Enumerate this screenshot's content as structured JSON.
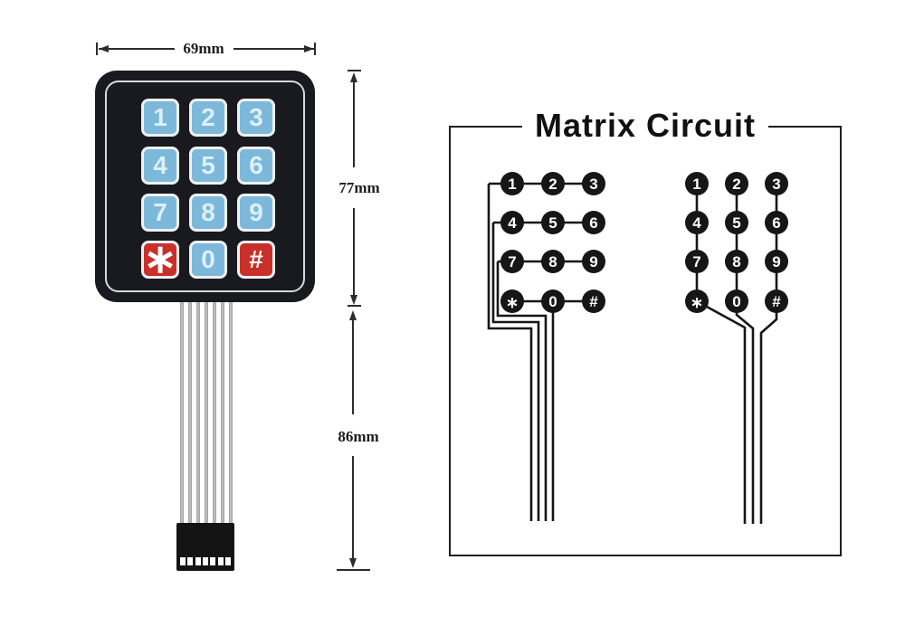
{
  "keypad": {
    "width_label": "69mm",
    "height_label": "77mm",
    "cable_label": "86mm",
    "keys": [
      {
        "label": "1",
        "color": "blue"
      },
      {
        "label": "2",
        "color": "blue"
      },
      {
        "label": "3",
        "color": "blue"
      },
      {
        "label": "4",
        "color": "blue"
      },
      {
        "label": "5",
        "color": "blue"
      },
      {
        "label": "6",
        "color": "blue"
      },
      {
        "label": "7",
        "color": "blue"
      },
      {
        "label": "8",
        "color": "blue"
      },
      {
        "label": "9",
        "color": "blue"
      },
      {
        "label": "*",
        "color": "red"
      },
      {
        "label": "0",
        "color": "blue"
      },
      {
        "label": "#",
        "color": "red"
      }
    ],
    "connector_pins": 7,
    "colors": {
      "body": "#191a1f",
      "key_blue": "#7cb8da",
      "key_red": "#c9302a",
      "key_border": "#f0f0f0",
      "digit": "#ddf0fa"
    }
  },
  "circuit": {
    "title": "Matrix Circuit",
    "left_diagram_keys": [
      "1",
      "2",
      "3",
      "4",
      "5",
      "6",
      "7",
      "8",
      "9",
      "*",
      "0",
      "#"
    ],
    "right_diagram_keys": [
      "1",
      "2",
      "3",
      "4",
      "5",
      "6",
      "7",
      "8",
      "9",
      "*",
      "0",
      "#"
    ]
  }
}
